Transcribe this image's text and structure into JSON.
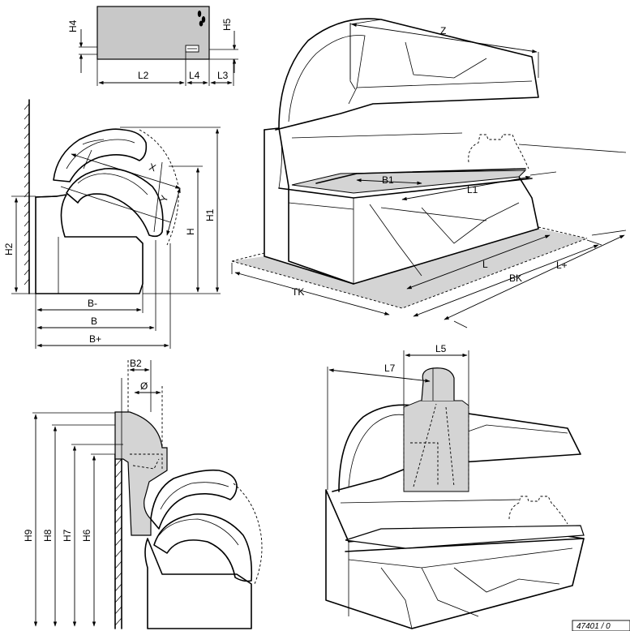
{
  "labels": {
    "H4": "H4",
    "H5": "H5",
    "L2": "L2",
    "L4": "L4",
    "L3": "L3",
    "Z": "Z",
    "X": "X",
    "Y": "Y",
    "H": "H",
    "H1": "H1",
    "H2": "H2",
    "B_minus": "B-",
    "B": "B",
    "B_plus": "B+",
    "B1": "B1",
    "L1": "L1",
    "L": "L",
    "TK": "TK",
    "BK": "BK",
    "L_plus": "L+",
    "B2": "B2",
    "diameter": "Ø",
    "H6": "H6",
    "H7": "H7",
    "H8": "H8",
    "H9": "H9",
    "L5": "L5",
    "L7": "L7"
  },
  "reference": "47401 / 0"
}
